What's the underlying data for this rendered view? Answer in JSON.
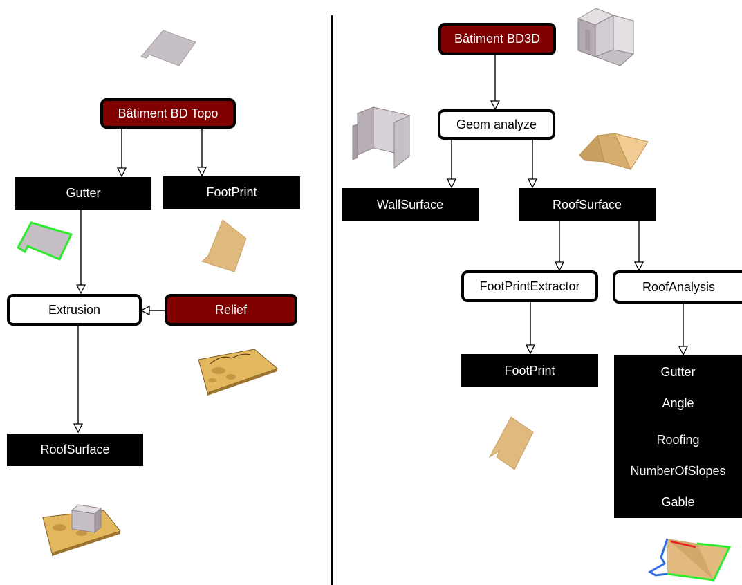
{
  "colors": {
    "source_node": "#800000",
    "output_node": "#000000",
    "process_node": "#ffffff",
    "footprint_fill": "#dfb97d",
    "wall_fill": "#c6bfc5",
    "terrain_fill": "#e2b75e",
    "outline_green": "#2eea2e",
    "outline_blue": "#2d6ee8",
    "outline_red": "#e82020"
  },
  "left": {
    "source": "Bâtiment BD Topo",
    "gutter": "Gutter",
    "footprint": "FootPrint",
    "extrusion": "Extrusion",
    "relief": "Relief",
    "roof_surface": "RoofSurface"
  },
  "right": {
    "source": "Bâtiment BD3D",
    "geom_analyze": "Geom analyze",
    "wall_surface": "WallSurface",
    "roof_surface": "RoofSurface",
    "footprint_extractor": "FootPrintExtractor",
    "roof_analysis": "RoofAnalysis",
    "footprint": "FootPrint",
    "attributes": [
      "Gutter",
      "Angle",
      "Roofing",
      "NumberOfSlopes",
      "Gable"
    ]
  },
  "illustrations": [
    "flat-roof-grey-icon",
    "gutter-outline-green-icon",
    "footprint-beige-icon",
    "terrain-relief-icon",
    "building-on-terrain-icon",
    "building-3d-icon",
    "wall-surface-3d-icon",
    "roof-surface-3d-icon",
    "extracted-footprint-icon",
    "roof-analysis-colored-icon"
  ]
}
